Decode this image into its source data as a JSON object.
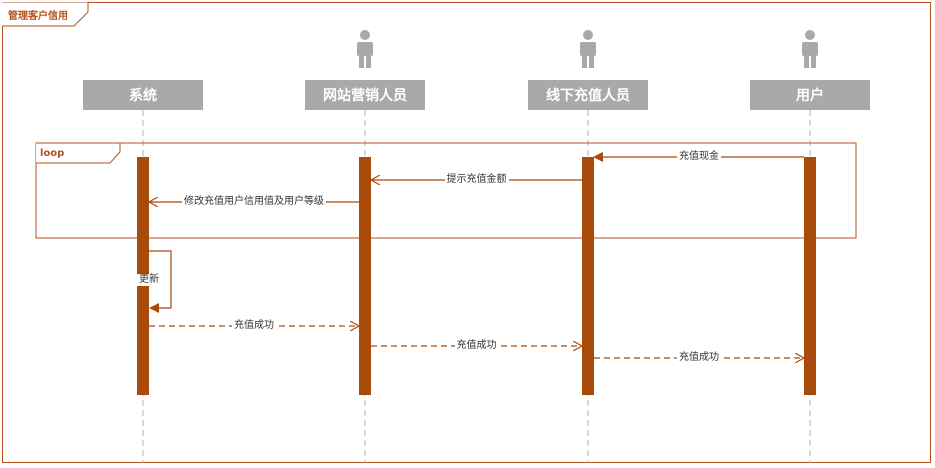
{
  "frame": {
    "title": "管理客户信用"
  },
  "actors": [
    {
      "id": "system",
      "name": "系统",
      "has_icon": false
    },
    {
      "id": "web-staff",
      "name": "网站营销人员",
      "has_icon": true
    },
    {
      "id": "offline-staff",
      "name": "线下充值人员",
      "has_icon": true
    },
    {
      "id": "user",
      "name": "用户",
      "has_icon": true
    }
  ],
  "loop": {
    "label": "loop"
  },
  "messages": [
    {
      "id": "recharge-cash",
      "from": "user",
      "to": "offline-staff",
      "label": "充值现金",
      "style": "solid",
      "arrow": "filled"
    },
    {
      "id": "submit-amount",
      "from": "offline-staff",
      "to": "web-staff",
      "label": "提示充值金额",
      "style": "solid",
      "arrow": "open"
    },
    {
      "id": "modify-credit",
      "from": "web-staff",
      "to": "system",
      "label": "修改充值用户信用值及用户等级",
      "style": "solid",
      "arrow": "open"
    },
    {
      "id": "update",
      "from": "system",
      "to": "system",
      "label": "更新",
      "style": "solid",
      "arrow": "filled"
    },
    {
      "id": "success-1",
      "from": "system",
      "to": "web-staff",
      "label": "充值成功",
      "style": "dashed",
      "arrow": "open"
    },
    {
      "id": "success-2",
      "from": "web-staff",
      "to": "offline-staff",
      "label": "充值成功",
      "style": "dashed",
      "arrow": "open"
    },
    {
      "id": "success-3",
      "from": "offline-staff",
      "to": "user",
      "label": "充值成功",
      "style": "dashed",
      "arrow": "open"
    }
  ],
  "colors": {
    "accent": "#b5521c",
    "activation": "#a84a0a",
    "actor_box": "#a9a9a9",
    "actor_icon": "#a9a9a9",
    "lifeline": "#b0b0b0"
  }
}
